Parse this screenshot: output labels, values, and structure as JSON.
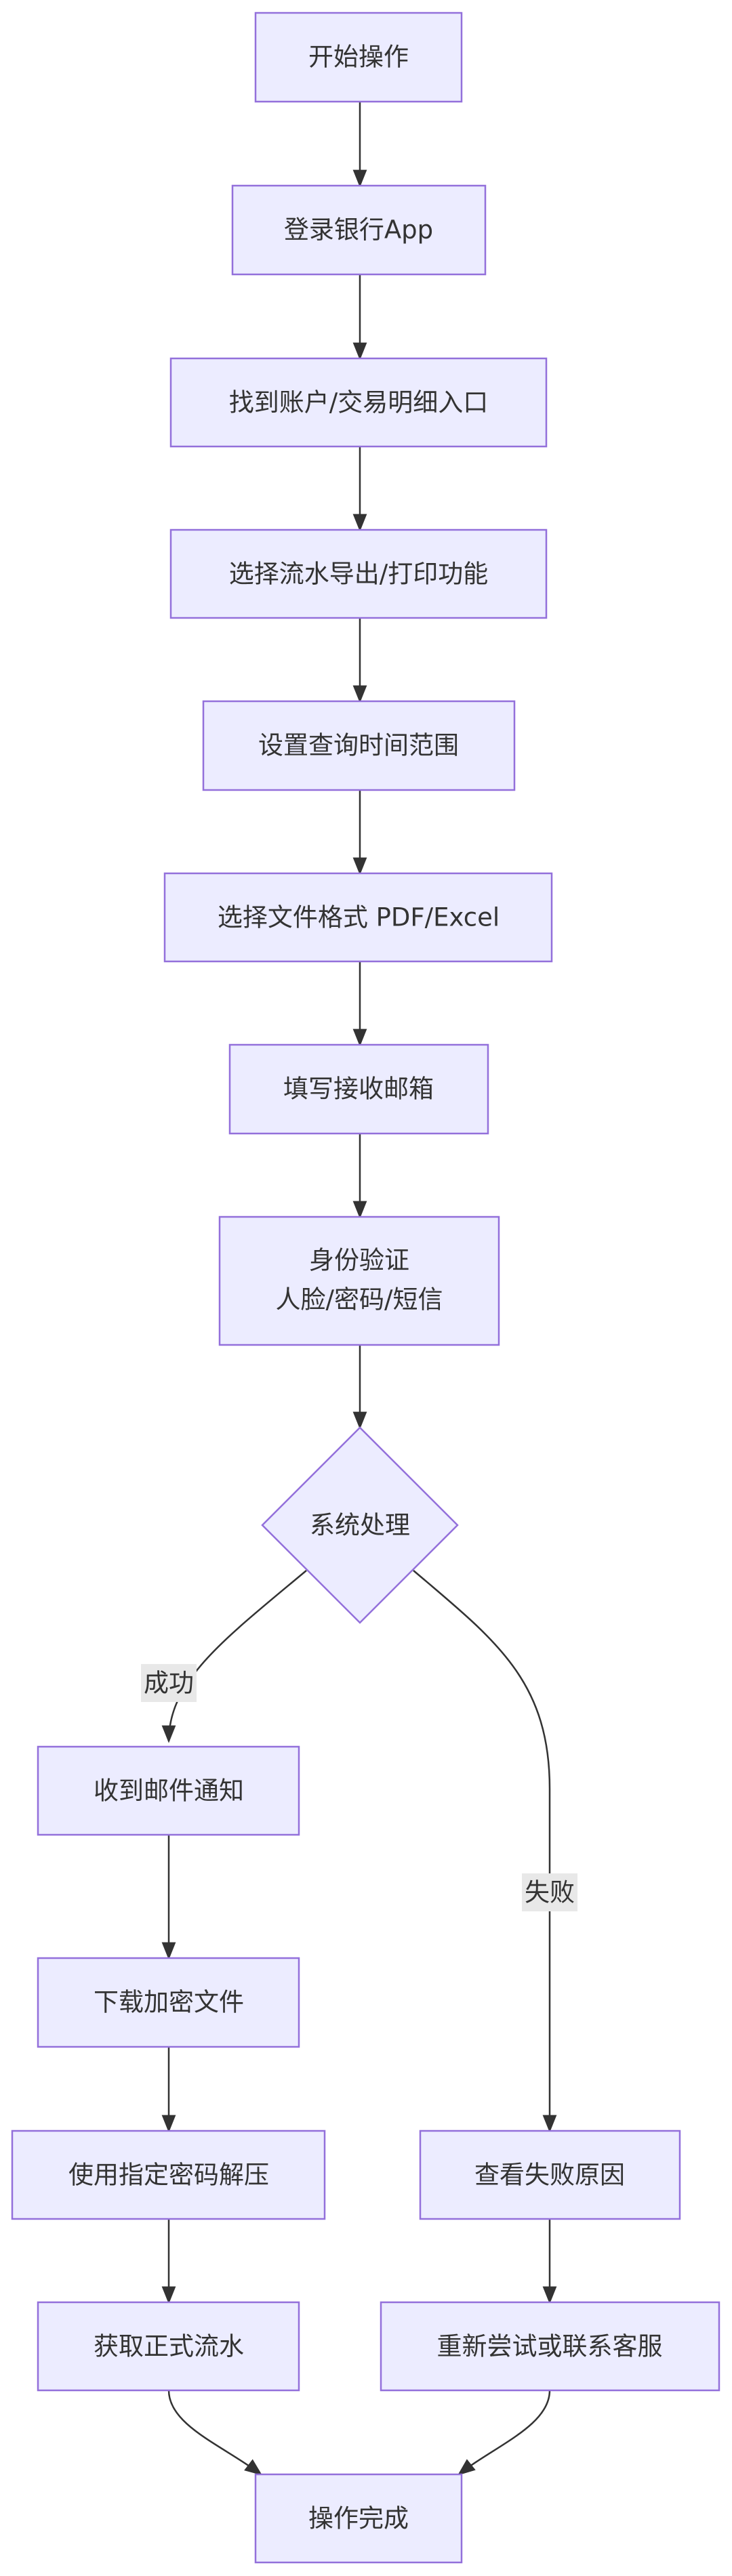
{
  "nodes": {
    "start": "开始操作",
    "login": "登录银行App",
    "find_entry": "找到账户/交易明细入口",
    "select_export": "选择流水导出/打印功能",
    "set_time": "设置查询时间范围",
    "select_format": "选择文件格式 PDF/Excel",
    "fill_email": "填写接收邮箱",
    "verify_line1": "身份验证",
    "verify_line2": "人脸/密码/短信",
    "system_process": "系统处理",
    "receive_email": "收到邮件通知",
    "download": "下载加密文件",
    "decompress": "使用指定密码解压",
    "get_statement": "获取正式流水",
    "view_reason": "查看失败原因",
    "retry": "重新尝试或联系客服",
    "done": "操作完成"
  },
  "edge_labels": {
    "success": "成功",
    "failure": "失败"
  },
  "colors": {
    "node_fill": "#ECECFF",
    "node_stroke": "#9370DB",
    "edge": "#333333",
    "label_bg": "#e8e8e8"
  }
}
